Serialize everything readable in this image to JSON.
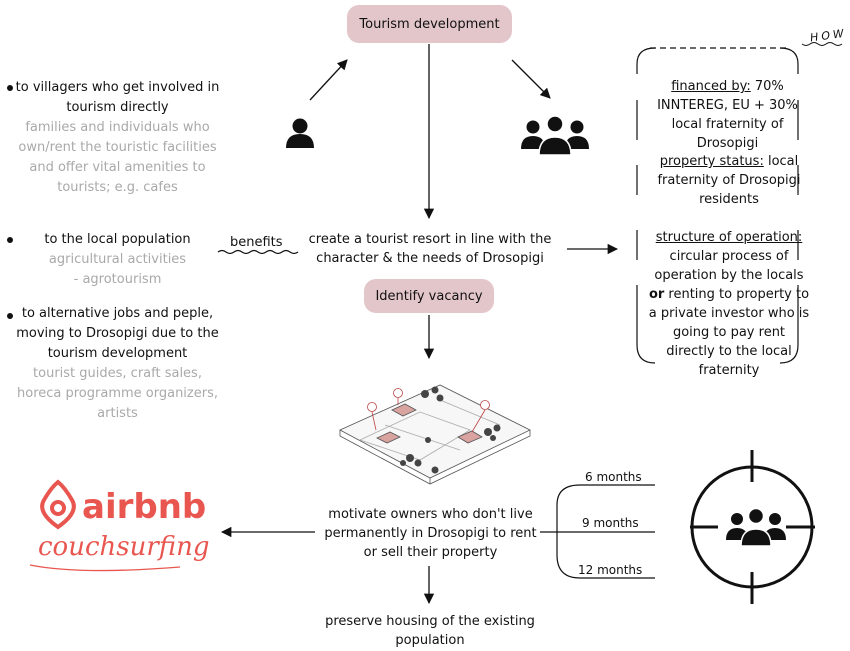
{
  "top": {
    "tourism_development": "Tourism development",
    "how_label": "HOW"
  },
  "center": {
    "create_resort": "create a tourist resort in line with  the character & the needs of Drosopigi",
    "identify_vacancy": "Identify vacancy",
    "motivate_owners": "motivate owners who don't live permanently in Drosopigi to rent or sell their property",
    "preserve_housing": "preserve housing of the existing population"
  },
  "benefits_label": "benefits",
  "left": {
    "item1_title": "to villagers who get involved in tourism directly",
    "item1_detail": "families and individuals who own/rent the touristic facilities and offer vital amenities to tourists; e.g. cafes",
    "item2_title": "to the local population",
    "item2_detail": "agricultural activities - agrotourism",
    "item3_title": "to alternative jobs and peple, moving to Drosopigi due to the tourism development",
    "item3_detail": "tourist guides, craft sales, horeca programme organizers, artists"
  },
  "right": {
    "financed_label": "financed by:",
    "financed_text": " 70% INNTEREG, EU  + 30% local fraternity of Drosopigi",
    "property_label": "property status:",
    "property_text": " local fraternity of Drosopigi residents",
    "structure_label": "structure of operation:",
    "structure_text_1": "circular process of operation by the locals",
    "structure_or": "or",
    "structure_text_2": " renting to property to a private investor who is going to pay rent directly to the local fraternity"
  },
  "durations": [
    "6 months",
    "9 months",
    "12 months"
  ],
  "logos": {
    "airbnb": "airbnb",
    "couchsurfing": "couchsurfing"
  },
  "colors": {
    "pill": "#e3c6c9",
    "grey_text": "#a9a9a9",
    "brand": "#e8564f"
  }
}
